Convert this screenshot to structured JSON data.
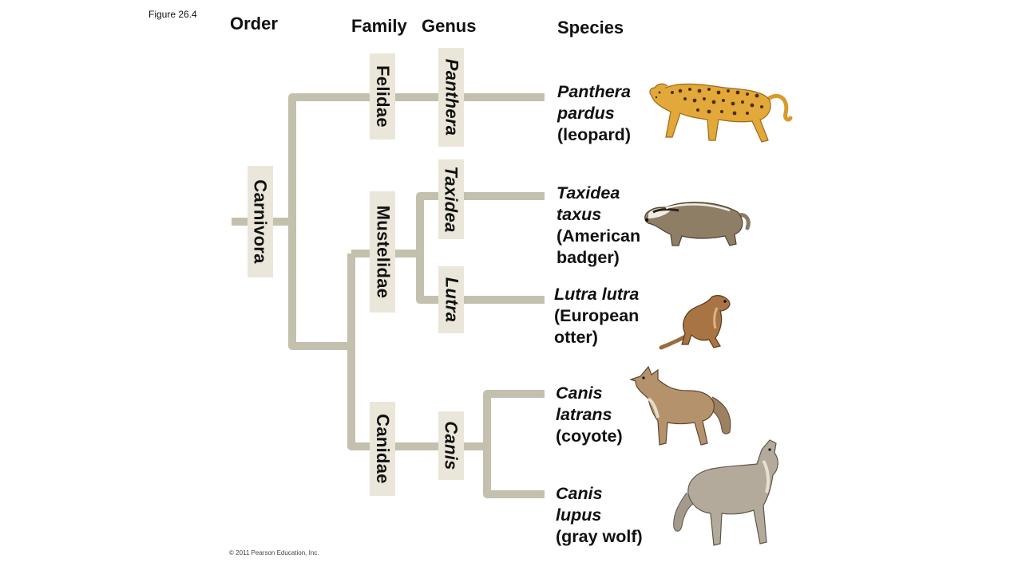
{
  "figure_label": "Figure 26.4",
  "headers": {
    "order": "Order",
    "family": "Family",
    "genus": "Genus",
    "species": "Species"
  },
  "order": {
    "name": "Carnivora"
  },
  "families": [
    {
      "name": "Felidae"
    },
    {
      "name": "Mustelidae"
    },
    {
      "name": "Canidae"
    }
  ],
  "genera": [
    {
      "name": "Panthera"
    },
    {
      "name": "Taxidea"
    },
    {
      "name": "Lutra"
    },
    {
      "name": "Canis"
    }
  ],
  "species": [
    {
      "sci1": "Panthera",
      "sci2": "pardus",
      "common": "(leopard)",
      "animal": "leopard"
    },
    {
      "sci1": "Taxidea",
      "sci2": "taxus",
      "common1": "(American",
      "common2": "badger)",
      "animal": "badger"
    },
    {
      "sci": "Lutra lutra",
      "common1": "(European",
      "common2": "otter)",
      "animal": "otter"
    },
    {
      "sci1": "Canis",
      "sci2": "latrans",
      "common": "(coyote)",
      "animal": "coyote"
    },
    {
      "sci1": "Canis",
      "sci2": "lupus",
      "common": "(gray wolf)",
      "animal": "wolf"
    }
  ],
  "copyright": "© 2011 Pearson Education, Inc.",
  "colors": {
    "branch": "#c4c0ae",
    "label_box": "#eae6d9",
    "text": "#111111"
  }
}
